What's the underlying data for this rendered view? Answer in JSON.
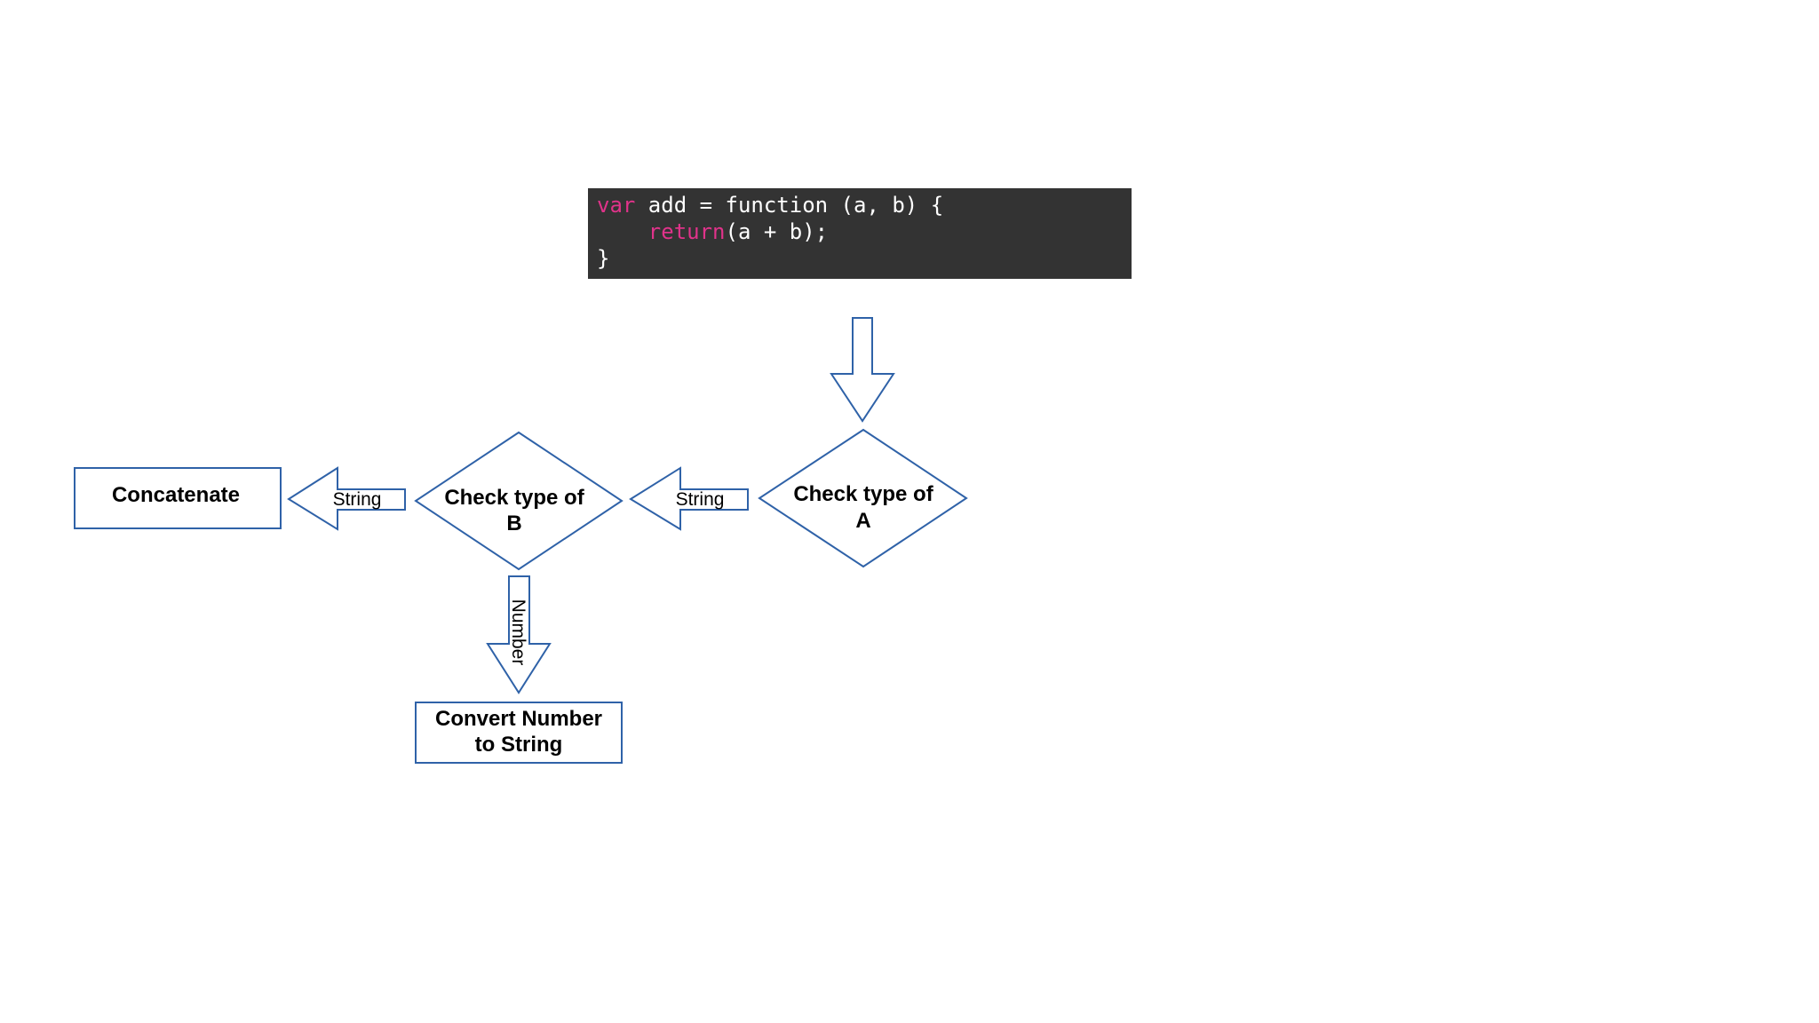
{
  "code": {
    "line1_keyword": "var",
    "line1_rest": " add = function (a, b) {",
    "line2_indent": "    ",
    "line2_keyword": "return",
    "line2_rest": "(a + b);",
    "line3": "}"
  },
  "nodes": {
    "check_a": {
      "line1": "Check type of",
      "line2": "A"
    },
    "check_b": {
      "line1": "Check type of",
      "line2": "B"
    },
    "concatenate": {
      "label": "Concatenate"
    },
    "convert": {
      "line1": "Convert Number",
      "line2": "to String"
    }
  },
  "edges": {
    "a_to_b": "String",
    "b_to_concat": "String",
    "b_to_convert": "Number"
  },
  "colors": {
    "stroke": "#2f62a8",
    "code_background": "#333333",
    "code_keyword": "#e0338a",
    "code_text": "#ffffff"
  }
}
